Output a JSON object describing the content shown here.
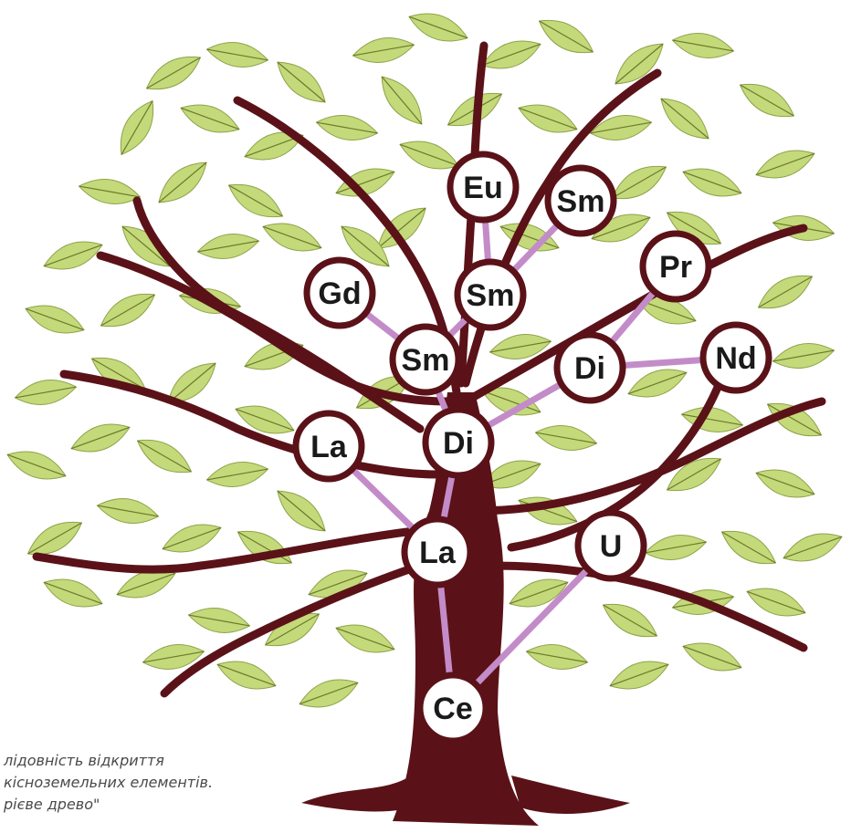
{
  "diagram": {
    "nodes": [
      {
        "id": "eu",
        "label": "Eu"
      },
      {
        "id": "sm-top",
        "label": "Sm"
      },
      {
        "id": "gd",
        "label": "Gd"
      },
      {
        "id": "sm-mid",
        "label": "Sm"
      },
      {
        "id": "pr",
        "label": "Pr"
      },
      {
        "id": "sm-low",
        "label": "Sm"
      },
      {
        "id": "di-right",
        "label": "Di"
      },
      {
        "id": "nd",
        "label": "Nd"
      },
      {
        "id": "la-left",
        "label": "La"
      },
      {
        "id": "di-center",
        "label": "Di"
      },
      {
        "id": "la-center",
        "label": "La"
      },
      {
        "id": "u",
        "label": "U"
      },
      {
        "id": "ce",
        "label": "Ce"
      }
    ],
    "edges": [
      [
        "ce",
        "la-center"
      ],
      [
        "ce",
        "u"
      ],
      [
        "la-center",
        "la-left"
      ],
      [
        "la-center",
        "di-center"
      ],
      [
        "di-center",
        "sm-low"
      ],
      [
        "di-center",
        "di-right"
      ],
      [
        "sm-low",
        "gd"
      ],
      [
        "sm-low",
        "sm-mid"
      ],
      [
        "sm-mid",
        "eu"
      ],
      [
        "sm-mid",
        "sm-top"
      ],
      [
        "di-right",
        "pr"
      ],
      [
        "di-right",
        "nd"
      ]
    ],
    "colors": {
      "trunk": "#5a1218",
      "leaf": "#c4d97a",
      "leaf_vein": "#6b7a2a",
      "connector": "#c38cc9",
      "node_fill": "#ffffff",
      "node_ring": "#5a1218"
    }
  },
  "caption": {
    "line1": "лідовність відкриття",
    "line2": "кісноземельних елементів.",
    "line3": "рієве древо\""
  }
}
